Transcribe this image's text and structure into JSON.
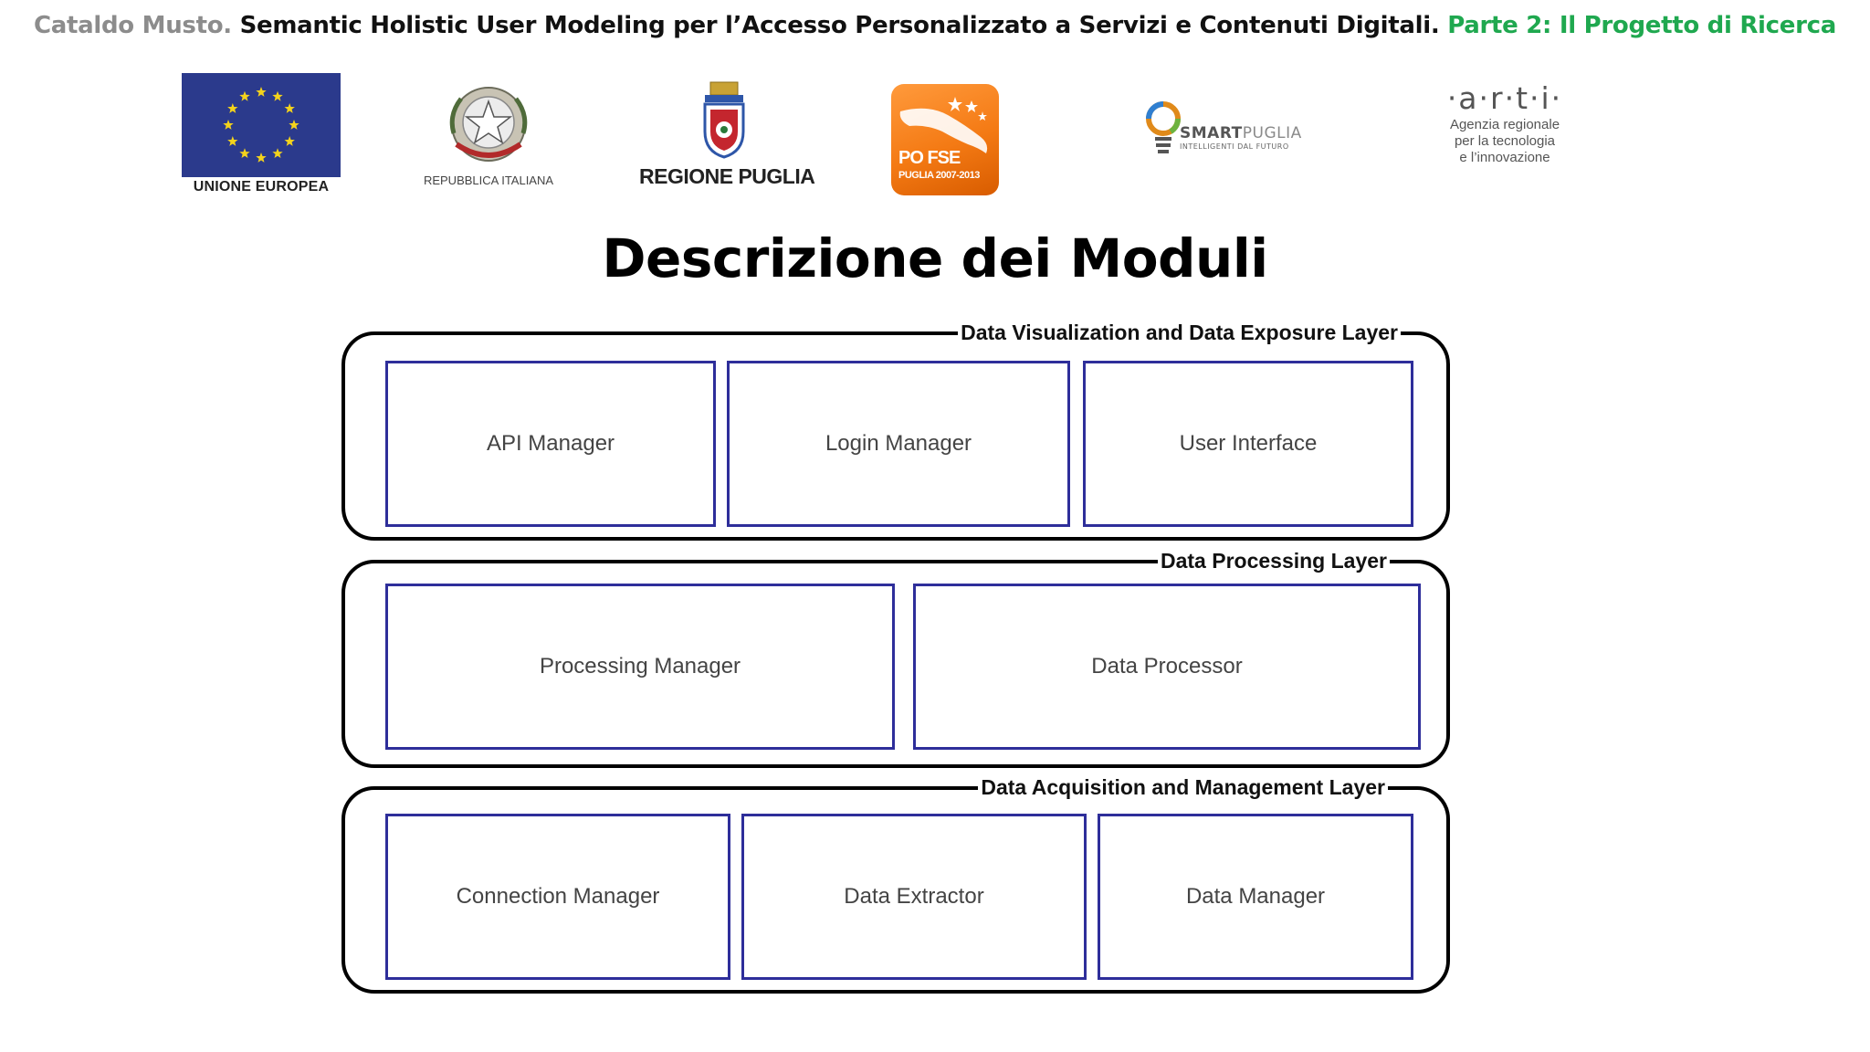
{
  "header": {
    "author": "Cataldo Musto.",
    "title": "Semantic Holistic User Modeling per l’Accesso Personalizzato a Servizi e Contenuti Digitali.",
    "part": "Parte 2: Il Progetto di Ricerca"
  },
  "logos": {
    "eu": {
      "caption": "UNIONE EUROPEA",
      "icon": "eu-flag-icon"
    },
    "italy": {
      "caption": "REPUBBLICA ITALIANA",
      "icon": "italian-emblem-icon"
    },
    "puglia": {
      "caption": "REGIONE PUGLIA",
      "icon": "regione-puglia-crest-icon"
    },
    "pofse": {
      "line1": "PO FSE",
      "line2": "PUGLIA 2007-2013",
      "icon": "po-fse-logo-icon"
    },
    "smartpuglia": {
      "word_smart": "SMART",
      "word_puglia": "PUGLIA",
      "tagline": "INTELLIGENTI DAL FUTURO",
      "icon": "smartpuglia-bulb-icon"
    },
    "arti": {
      "word": "·a·r·t·i·",
      "subtitle": "Agenzia regionale\nper la tecnologia\ne l’innovazione"
    }
  },
  "page_title": "Descrizione dei Moduli",
  "colors": {
    "author_gray": "#8c8c8c",
    "part_green": "#1fa84f",
    "module_border": "#2e2e9a",
    "layer_border": "#000000",
    "eu_blue": "#2b3a8c",
    "eu_star": "#f4d31c",
    "pofse_orange": "#f47a14"
  },
  "layers": [
    {
      "label": "Data Visualization and Data Exposure Layer",
      "modules": [
        "API Manager",
        "Login Manager",
        "User Interface"
      ]
    },
    {
      "label": "Data Processing Layer",
      "modules": [
        "Processing Manager",
        "Data Processor"
      ]
    },
    {
      "label": "Data Acquisition and Management Layer",
      "modules": [
        "Connection Manager",
        "Data Extractor",
        "Data Manager"
      ]
    }
  ]
}
